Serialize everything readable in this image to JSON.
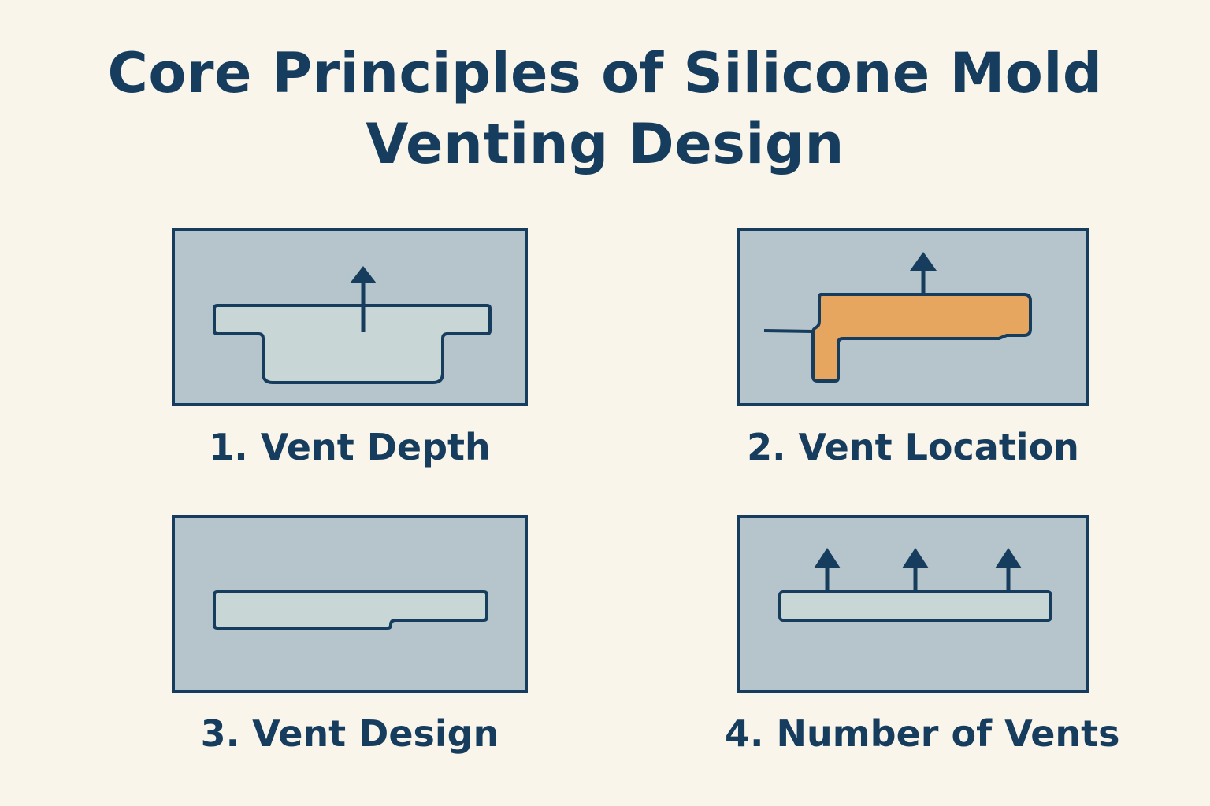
{
  "title": {
    "line1": "Core Principles of Silicone Mold",
    "line2": "Venting Design"
  },
  "panels": [
    {
      "label": "1. Vent Depth",
      "icon": "vent-depth-diagram"
    },
    {
      "label": "2. Vent Location",
      "icon": "vent-location-diagram"
    },
    {
      "label": "3. Vent Design",
      "icon": "vent-design-diagram"
    },
    {
      "label": "4. Number of Vents",
      "icon": "number-of-vents-diagram"
    }
  ],
  "colors": {
    "background": "#faf5ea",
    "navy": "#163d5e",
    "panel_fill": "#b5c5cb",
    "cavity_fill": "#c9d6d6",
    "highlight_orange": "#e6a660"
  }
}
